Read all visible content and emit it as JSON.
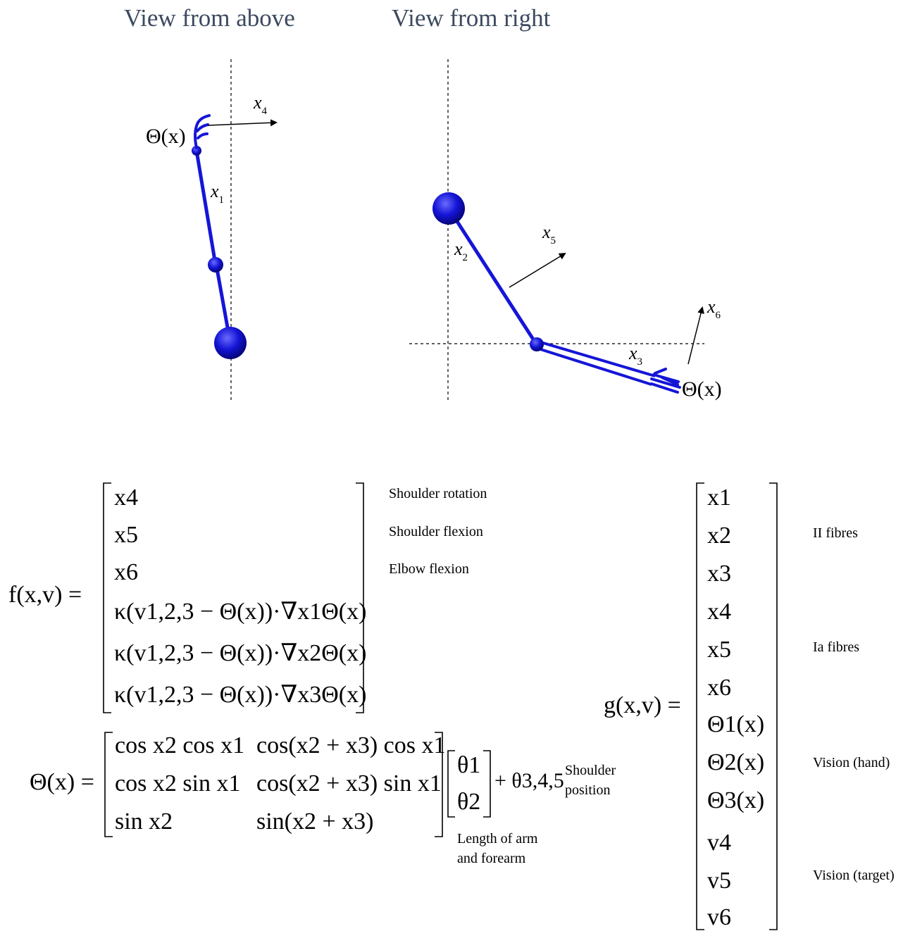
{
  "views": {
    "above_title": "View from above",
    "right_title": "View from right"
  },
  "figure_labels": {
    "theta_above": "Θ(x)",
    "x4": "x",
    "x4_sub": "4",
    "x1": "x",
    "x1_sub": "1",
    "x5": "x",
    "x5_sub": "5",
    "x2": "x",
    "x2_sub": "2",
    "x6": "x",
    "x6_sub": "6",
    "x3": "x",
    "x3_sub": "3",
    "theta_right": "Θ(x)"
  },
  "f_equation": {
    "lhs": "f(x,v) =",
    "rows": [
      "x4",
      "x5",
      "x6",
      "κ(v1,2,3 − Θ(x))·∇x1Θ(x)",
      "κ(v1,2,3 − Θ(x))·∇x2Θ(x)",
      "κ(v1,2,3 − Θ(x))·∇x3Θ(x)"
    ],
    "notes": [
      "Shoulder rotation",
      "Shoulder flexion",
      "Elbow flexion"
    ]
  },
  "theta_equation": {
    "lhs": "Θ(x) =",
    "matrix": [
      [
        "cos x2 cos x1",
        "cos(x2 + x3) cos x1"
      ],
      [
        "cos x2 sin x1",
        "cos(x2 + x3) sin x1"
      ],
      [
        "sin x2",
        "sin(x2 + x3)"
      ]
    ],
    "vector": [
      "θ1",
      "θ2"
    ],
    "plus_term": "+ θ3,4,5",
    "note_shoulder_1": "Shoulder",
    "note_shoulder_2": "position",
    "note_length_1": "Length of arm",
    "note_length_2": "and forearm"
  },
  "g_equation": {
    "lhs": "g(x,v) =",
    "rows": [
      "x1",
      "x2",
      "x3",
      "x4",
      "x5",
      "x6",
      "Θ1(x)",
      "Θ2(x)",
      "Θ3(x)",
      "v4",
      "v5",
      "v6"
    ],
    "notes": [
      "II fibres",
      "Ia fibres",
      "Vision (hand)",
      "Vision (target)"
    ]
  },
  "colors": {
    "arm": "#1515d8",
    "title": "#3c4a5e"
  }
}
